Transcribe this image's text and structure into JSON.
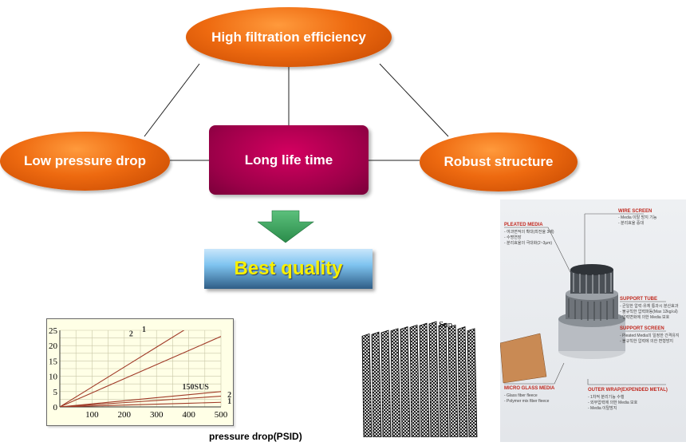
{
  "diagram": {
    "top_node": "High filtration efficiency",
    "left_node": "Low pressure drop",
    "right_node": "Robust structure",
    "center_node": "Long life time",
    "result_node": "Best quality"
  },
  "chart_data": {
    "type": "line",
    "x": [
      0,
      100,
      200,
      300,
      400,
      500
    ],
    "xticks": [
      "100",
      "200",
      "300",
      "400",
      "500"
    ],
    "yticks": [
      "0",
      "5",
      "10",
      "15",
      "20",
      "25"
    ],
    "xlim": [
      0,
      500
    ],
    "ylim": [
      0,
      25
    ],
    "xlabel": "pressure drop(PSID)",
    "series": [
      {
        "name": "1",
        "values": [
          0,
          4.6,
          9.2,
          13.8,
          18.4,
          23
        ]
      },
      {
        "name": "2",
        "values": [
          0,
          6.5,
          13,
          19.5,
          26,
          32.5
        ]
      },
      {
        "name": "150SUS",
        "values": [
          0,
          1,
          2,
          3,
          4,
          5
        ]
      },
      {
        "name": "2",
        "values": [
          0,
          0.7,
          1.4,
          2.1,
          2.8,
          3.5
        ]
      },
      {
        "name": "1",
        "values": [
          0,
          0.3,
          0.6,
          0.9,
          1.2,
          1.5
        ]
      }
    ],
    "label_colors": [
      "#333333"
    ],
    "line_color": "#a03a28",
    "grid": true
  },
  "media_illustration": {
    "label": "Sup"
  },
  "product_photo": {
    "wire_screen": {
      "title": "WIRE SCREEN",
      "lines": [
        "- Media 이탈 방지 기능",
        "- 분리효율 증대"
      ]
    },
    "pleated_media": {
      "title": "PLEATED MEDIA",
      "lines": [
        "- 여과면적의 확대(최전율 3배)",
        "- 수명연장",
        "- 분리효율의 극대화(2~3μm)"
      ]
    },
    "support_tube": {
      "title": "SUPPORT TUBE",
      "lines": [
        "- 균일한 압력·유체 통과시 분산효과",
        "- 불규칙한 압력파동(Max 12kg/㎠)",
        "- 압력변화에 의한 Media 보호"
      ]
    },
    "support_screen": {
      "title": "SUPPORT SCREEN",
      "lines": [
        "- Pleated Media의 일정한 간격유지",
        "- 불규칙한 압력에 의한 변형방지"
      ]
    },
    "micro_glass": {
      "title": "MICRO GLASS MEDIA",
      "lines": [
        "- Glass fiber fleece",
        "- Polymer mix fiber fleece"
      ]
    },
    "outer_wrap": {
      "title": "OUTER WRAP(EXPENDED METAL)",
      "lines": [
        "- 1차적 분리기능 수행",
        "- 외부압력에 의한 Media 보호",
        "- Media 이탈방지"
      ]
    }
  }
}
